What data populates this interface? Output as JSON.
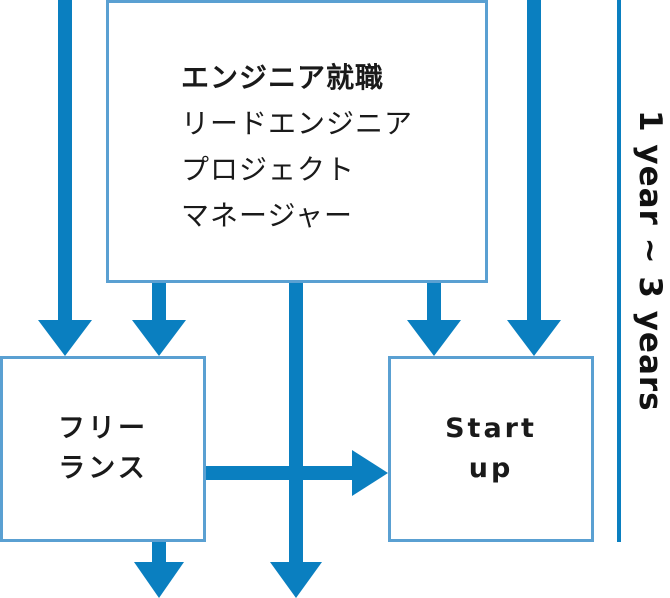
{
  "colors": {
    "arrow": "#0a7fc0",
    "box_border": "#5aa0d2",
    "timeline": "#0a7fc0",
    "text": "#1a1a1a"
  },
  "engineer_box": {
    "heading": "エンジニア就職",
    "lines": [
      "リードエンジニア",
      "プロジェクト",
      "マネージャー"
    ]
  },
  "freelance_box": {
    "line1": "フリー",
    "line2": "ランス"
  },
  "startup_box": {
    "line1": "Start",
    "line2": "up"
  },
  "timeline": {
    "label": "1 year ~ 3 years"
  }
}
